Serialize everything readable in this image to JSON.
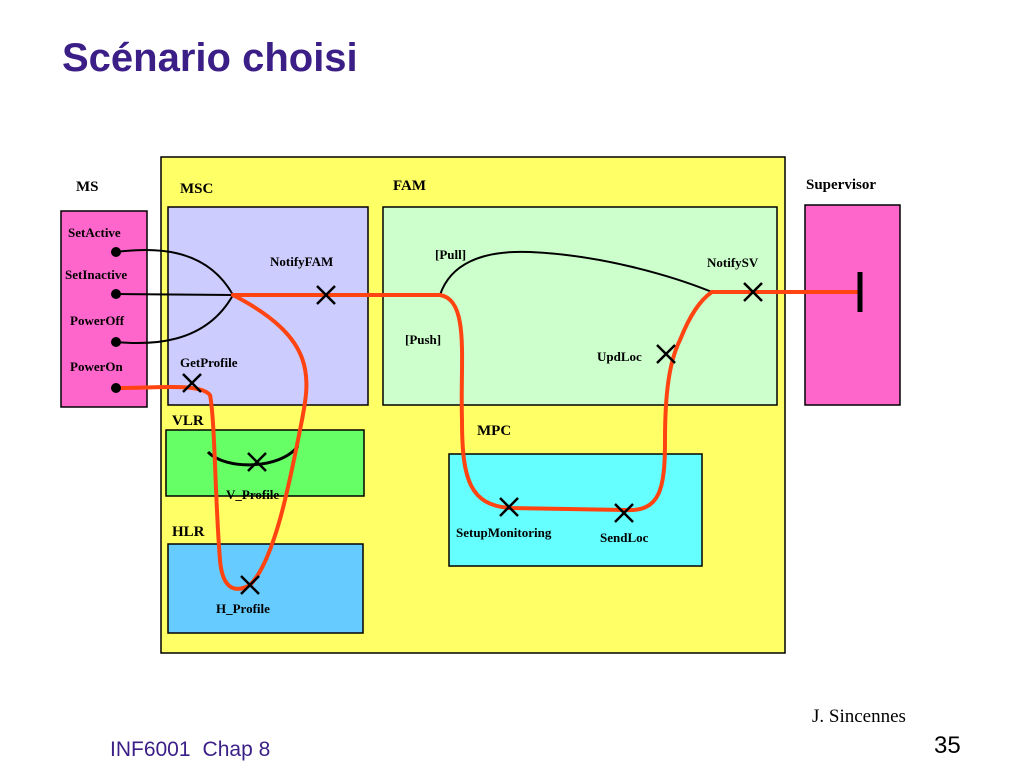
{
  "title": "Scénario choisi",
  "labels": {
    "ms": "MS",
    "msc": "MSC",
    "fam": "FAM",
    "supervisor": "Supervisor",
    "vlr": "VLR",
    "hlr": "HLR",
    "mpc": "MPC"
  },
  "ms_ports": [
    "SetActive",
    "SetInactive",
    "PowerOff",
    "PowerOn"
  ],
  "operations": {
    "notify_fam": "NotifyFAM",
    "get_profile": "GetProfile",
    "pull": "[Pull]",
    "push": "[Push]",
    "notify_sv": "NotifySV",
    "upd_loc": "UpdLoc",
    "v_profile": "V_Profile",
    "h_profile": "H_Profile",
    "setup_monitoring": "SetupMonitoring",
    "send_loc": "SendLoc"
  },
  "colors": {
    "title": "#3b1f87",
    "outer_box": "#ffff66",
    "msc": "#ccccff",
    "fam": "#ccffcc",
    "ms": "#ff66cc",
    "supervisor": "#ff66cc",
    "vlr": "#66ff66",
    "hlr": "#66ccff",
    "mpc": "#66ffff",
    "path": "#ff4411"
  },
  "footer": {
    "course": "INF6001",
    "chapter": "Chap 8",
    "author": "J. Sincennes",
    "page": "35"
  }
}
